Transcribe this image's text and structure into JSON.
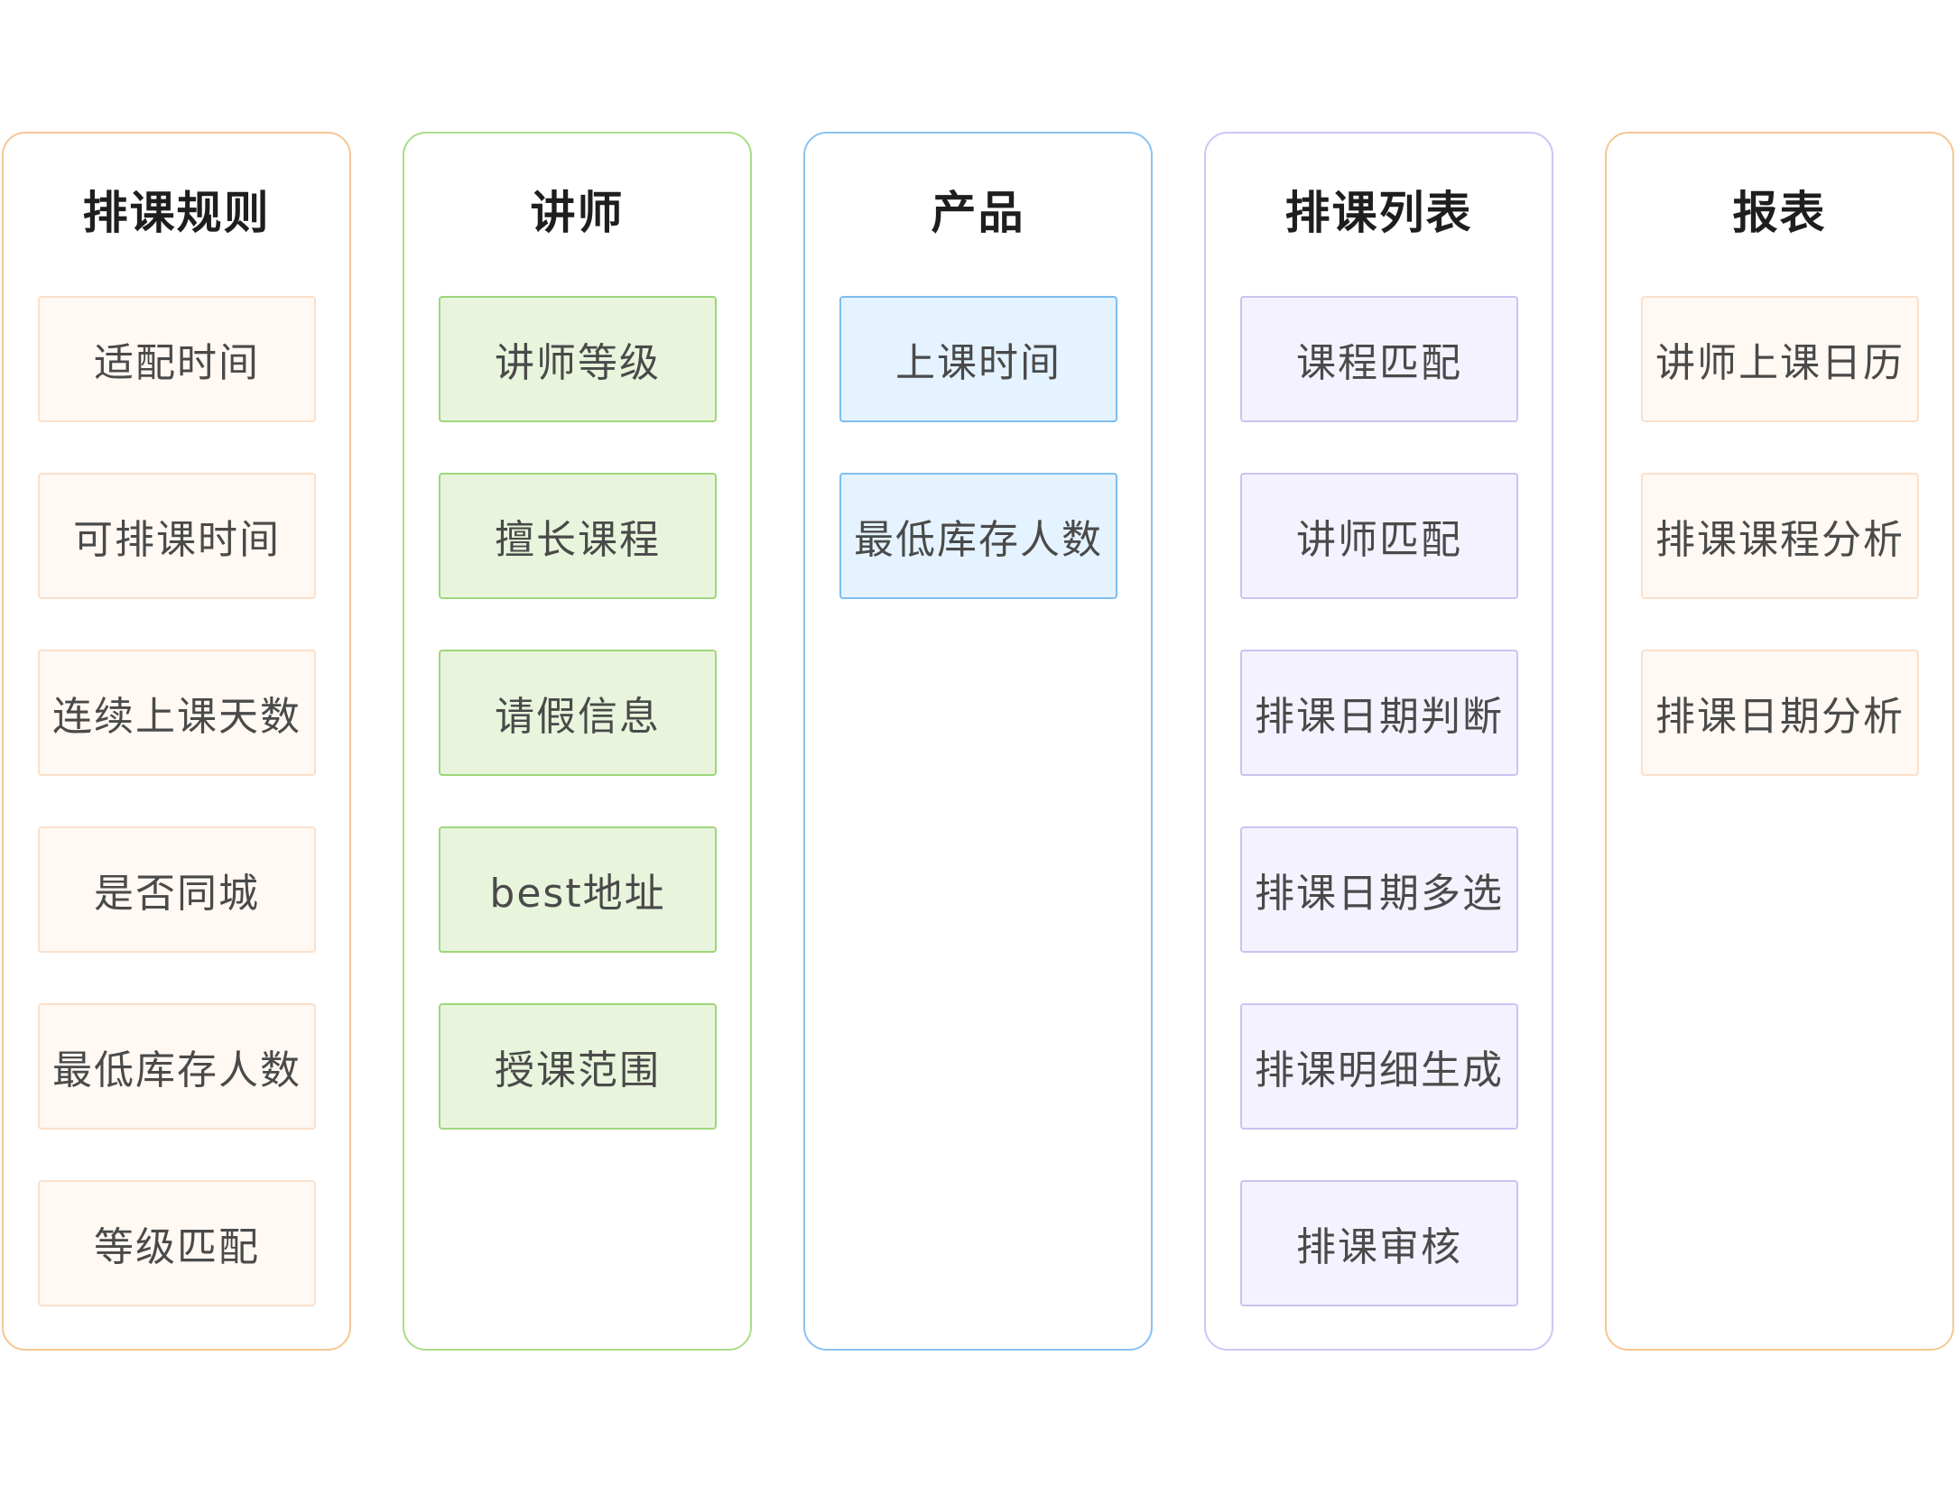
{
  "columns": [
    {
      "title": "排课规则",
      "theme": "orange",
      "color": "#f6c793",
      "items": [
        "适配时间",
        "可排课时间",
        "连续上课天数",
        "是否同城",
        "最低库存人数",
        "等级匹配"
      ]
    },
    {
      "title": "讲师",
      "theme": "green",
      "color": "#a8dd87",
      "items": [
        "讲师等级",
        "擅长课程",
        "请假信息",
        "best地址",
        "授课范围"
      ]
    },
    {
      "title": "产品",
      "theme": "blue",
      "color": "#89c2f2",
      "items": [
        "上课时间",
        "最低库存人数"
      ]
    },
    {
      "title": "排课列表",
      "theme": "purple",
      "color": "#cfc5f3",
      "items": [
        "课程匹配",
        "讲师匹配",
        "排课日期判断",
        "排课日期多选",
        "排课明细生成",
        "排课审核"
      ]
    },
    {
      "title": "报表",
      "theme": "peach",
      "color": "#f6c793",
      "items": [
        "讲师上课日历",
        "排课课程分析",
        "排课日期分析"
      ]
    }
  ]
}
